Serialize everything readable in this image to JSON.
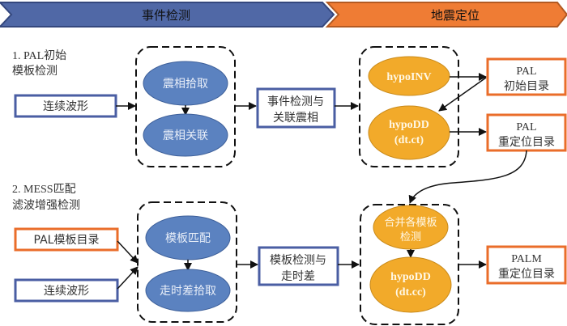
{
  "colors": {
    "blue": "#4f6aa8",
    "blue_dark": "#3a5288",
    "orange": "#ef7d35",
    "orange_dark": "#b8581f",
    "ellipse_blue": "#5b82c0",
    "ellipse_orange": "#f2aa2a",
    "box_blue_border": "#4a5ea3",
    "box_orange_border": "#ea6d2a"
  },
  "banner": {
    "left": "事件检测",
    "right": "地震定位"
  },
  "section1": {
    "title_line1": "1. PAL初始",
    "title_line2": "模板检测",
    "input_box": "连续波形",
    "group1": {
      "top": "震相拾取",
      "bottom": "震相关联"
    },
    "mid_box_line1": "事件检测与",
    "mid_box_line2": "关联震相",
    "group2": {
      "top": "hypoINV",
      "bottom_line1": "hypoDD",
      "bottom_line2": "(dt.ct)"
    },
    "out_box1_line1": "PAL",
    "out_box1_line2": "初始目录",
    "out_box2_line1": "PAL",
    "out_box2_line2": "重定位目录"
  },
  "section2": {
    "title_line1": "2. MESS匹配",
    "title_line2": "滤波增强检测",
    "input_box1": "PAL模板目录",
    "input_box2": "连续波形",
    "group1": {
      "top": "模板匹配",
      "bottom": "走时差拾取"
    },
    "mid_box_line1": "模板检测与",
    "mid_box_line2": "走时差",
    "group2": {
      "top_line1": "合并各模板",
      "top_line2": "检测",
      "bottom_line1": "hypoDD",
      "bottom_line2": "(dt.cc)"
    },
    "out_box_line1": "PALM",
    "out_box_line2": "重定位目录"
  }
}
